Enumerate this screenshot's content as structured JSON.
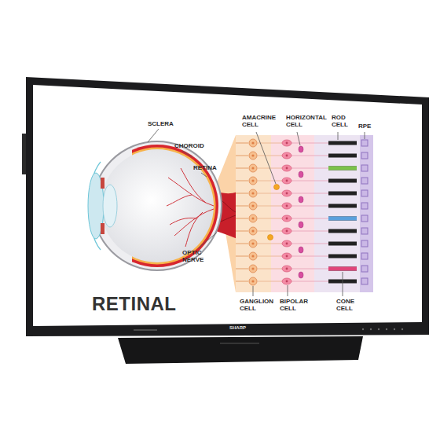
{
  "diagram": {
    "title": "RETINAL",
    "labels": [
      "SCLERA",
      "CHOROID",
      "RETINA",
      "OPTIC NERVE",
      "AMACRINE CELL",
      "HORIZONTAL CELL",
      "ROD CELL",
      "RPE",
      "GANGLION CELL",
      "BIPOLAR CELL",
      "CONE CELL",
      "SHARP"
    ]
  }
}
